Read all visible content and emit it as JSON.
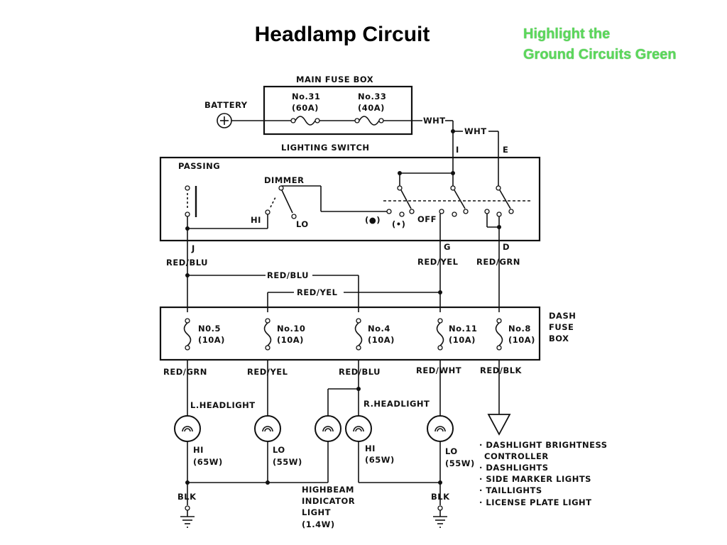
{
  "title": "Headlamp Circuit",
  "note": {
    "line1": "Highlight the",
    "line2": "Ground Circuits Green"
  },
  "labels": {
    "main_fuse_box": "MAIN FUSE BOX",
    "fuse31_num": "No.31",
    "fuse31_amp": "(60A)",
    "fuse33_num": "No.33",
    "fuse33_amp": "(40A)",
    "battery": "BATTERY",
    "wht1": "WHT",
    "wht2": "WHT",
    "term_i": "I",
    "term_e": "E",
    "lighting_switch": "LIGHTING SWITCH",
    "passing": "PASSING",
    "dimmer": "DIMMER",
    "hi": "HI",
    "lo": "LO",
    "pos_headlight": "(●)",
    "pos_park": "(•)",
    "off": "OFF",
    "term_j": "J",
    "term_g": "G",
    "term_d": "D",
    "red_blu_j": "RED/BLU",
    "red_yel_g": "RED/YEL",
    "red_grn_d": "RED/GRN",
    "red_blu_mid": "RED/BLU",
    "red_yel_mid": "RED/YEL",
    "f5_num": "N0.5",
    "f5_amp": "(10A)",
    "f10_num": "No.10",
    "f10_amp": "(10A)",
    "f4_num": "No.4",
    "f4_amp": "(10A)",
    "f11_num": "No.11",
    "f11_amp": "(10A)",
    "f8_num": "No.8",
    "f8_amp": "(10A)",
    "dash1": "DASH",
    "dash2": "FUSE",
    "dash3": "BOX",
    "w_red_grn": "RED/GRN",
    "w_red_yel": "RED/YEL",
    "w_red_blu": "RED/BLU",
    "w_red_wht": "RED/WHT",
    "w_red_blk": "RED/BLK",
    "l_headlight": "L.HEADLIGHT",
    "r_headlight": "R.HEADLIGHT",
    "lh_hi": "HI",
    "lh_hi_w": "(65W)",
    "lh_lo": "LO",
    "lh_lo_w": "(55W)",
    "rh_hi": "HI",
    "rh_hi_w": "(65W)",
    "rh_lo": "LO",
    "rh_lo_w": "(55W)",
    "blk_left": "BLK",
    "blk_right": "BLK",
    "hbi1": "HIGHBEAM",
    "hbi2": "INDICATOR",
    "hbi3": "LIGHT",
    "hbi4": "(1.4W)",
    "list1": "· DASHLIGHT BRIGHTNESS",
    "list1b": "CONTROLLER",
    "list2": "· DASHLIGHTS",
    "list3": "· SIDE MARKER LIGHTS",
    "list4": "· TAILLIGHTS",
    "list5": "· LICENSE PLATE LIGHT"
  }
}
